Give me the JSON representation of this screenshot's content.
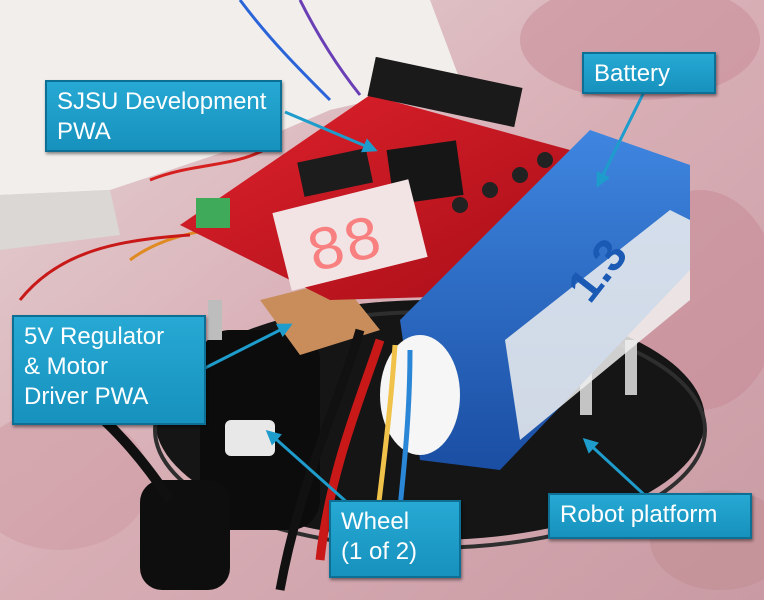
{
  "labels": {
    "sjsu": [
      "SJSU Development",
      "PWA"
    ],
    "battery": [
      "Battery"
    ],
    "regulator": [
      "5V Regulator",
      "& Motor",
      "Driver PWA"
    ],
    "wheel": [
      "Wheel",
      "(1 of 2)"
    ],
    "platform": [
      "Robot platform"
    ]
  },
  "colors": {
    "callout_fill": "#1e9ccb",
    "callout_border": "#0d6f93",
    "arrow": "#1e9ccb",
    "pcb_red": "#c8141e",
    "battery_blue": "#1f66c9",
    "background_fabric": "#d9b3b8"
  }
}
